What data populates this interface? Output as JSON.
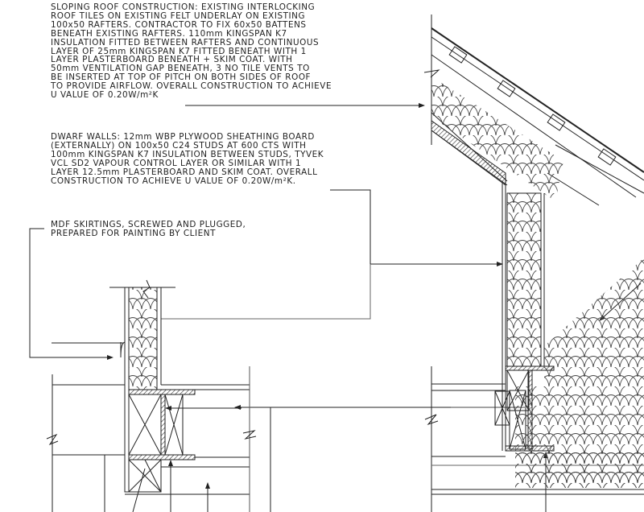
{
  "drawing": {
    "type": "construction-section-detail",
    "notes": {
      "sloping_roof": {
        "lines": [
          "SLOPING ROOF CONSTRUCTION: EXISTING INTERLOCKING",
          "ROOF TILES ON EXISTING FELT UNDERLAY ON EXISTING",
          "100x50 RAFTERS. CONTRACTOR TO FIX 60x50 BATTENS",
          "BENEATH EXISTING RAFTERS. 110mm KINGSPAN K7",
          "INSULATION FITTED BETWEEN RAFTERS AND CONTINUOUS",
          "LAYER OF 25mm KINGSPAN K7 FITTED BENEATH WITH 1",
          "LAYER PLASTERBOARD BENEATH + SKIM COAT. WITH",
          "50mm VENTILATION GAP BENEATH, 3 NO TILE VENTS TO",
          "BE INSERTED AT TOP OF PITCH ON BOTH SIDES OF ROOF",
          "TO PROVIDE AIRFLOW. OVERALL CONSTRUCTION TO ACHIEVE",
          "U VALUE OF 0.20W/m²K"
        ]
      },
      "dwarf_walls": {
        "lines": [
          "DWARF WALLS: 12mm WBP PLYWOOD SHEATHING BOARD",
          "(EXTERNALLY) ON 100x50 C24 STUDS AT 600 CTS WITH",
          "100mm KINGSPAN K7 INSULATION BETWEEN STUDS, TYVEK",
          "VCL SD2 VAPOUR CONTROL LAYER OR SIMILAR WITH 1",
          "LAYER 12.5mm PLASTERBOARD AND SKIM COAT. OVERALL",
          "CONSTRUCTION TO ACHIEVE U VALUE OF 0.20W/m²K."
        ]
      },
      "skirting": {
        "lines": [
          "MDF SKIRTINGS, SCREWED AND PLUGGED,",
          "PREPARED FOR PAINTING BY CLIENT"
        ]
      }
    },
    "colors": {
      "background": "#ffffff",
      "line": "#222222",
      "light_line": "#555555"
    }
  }
}
